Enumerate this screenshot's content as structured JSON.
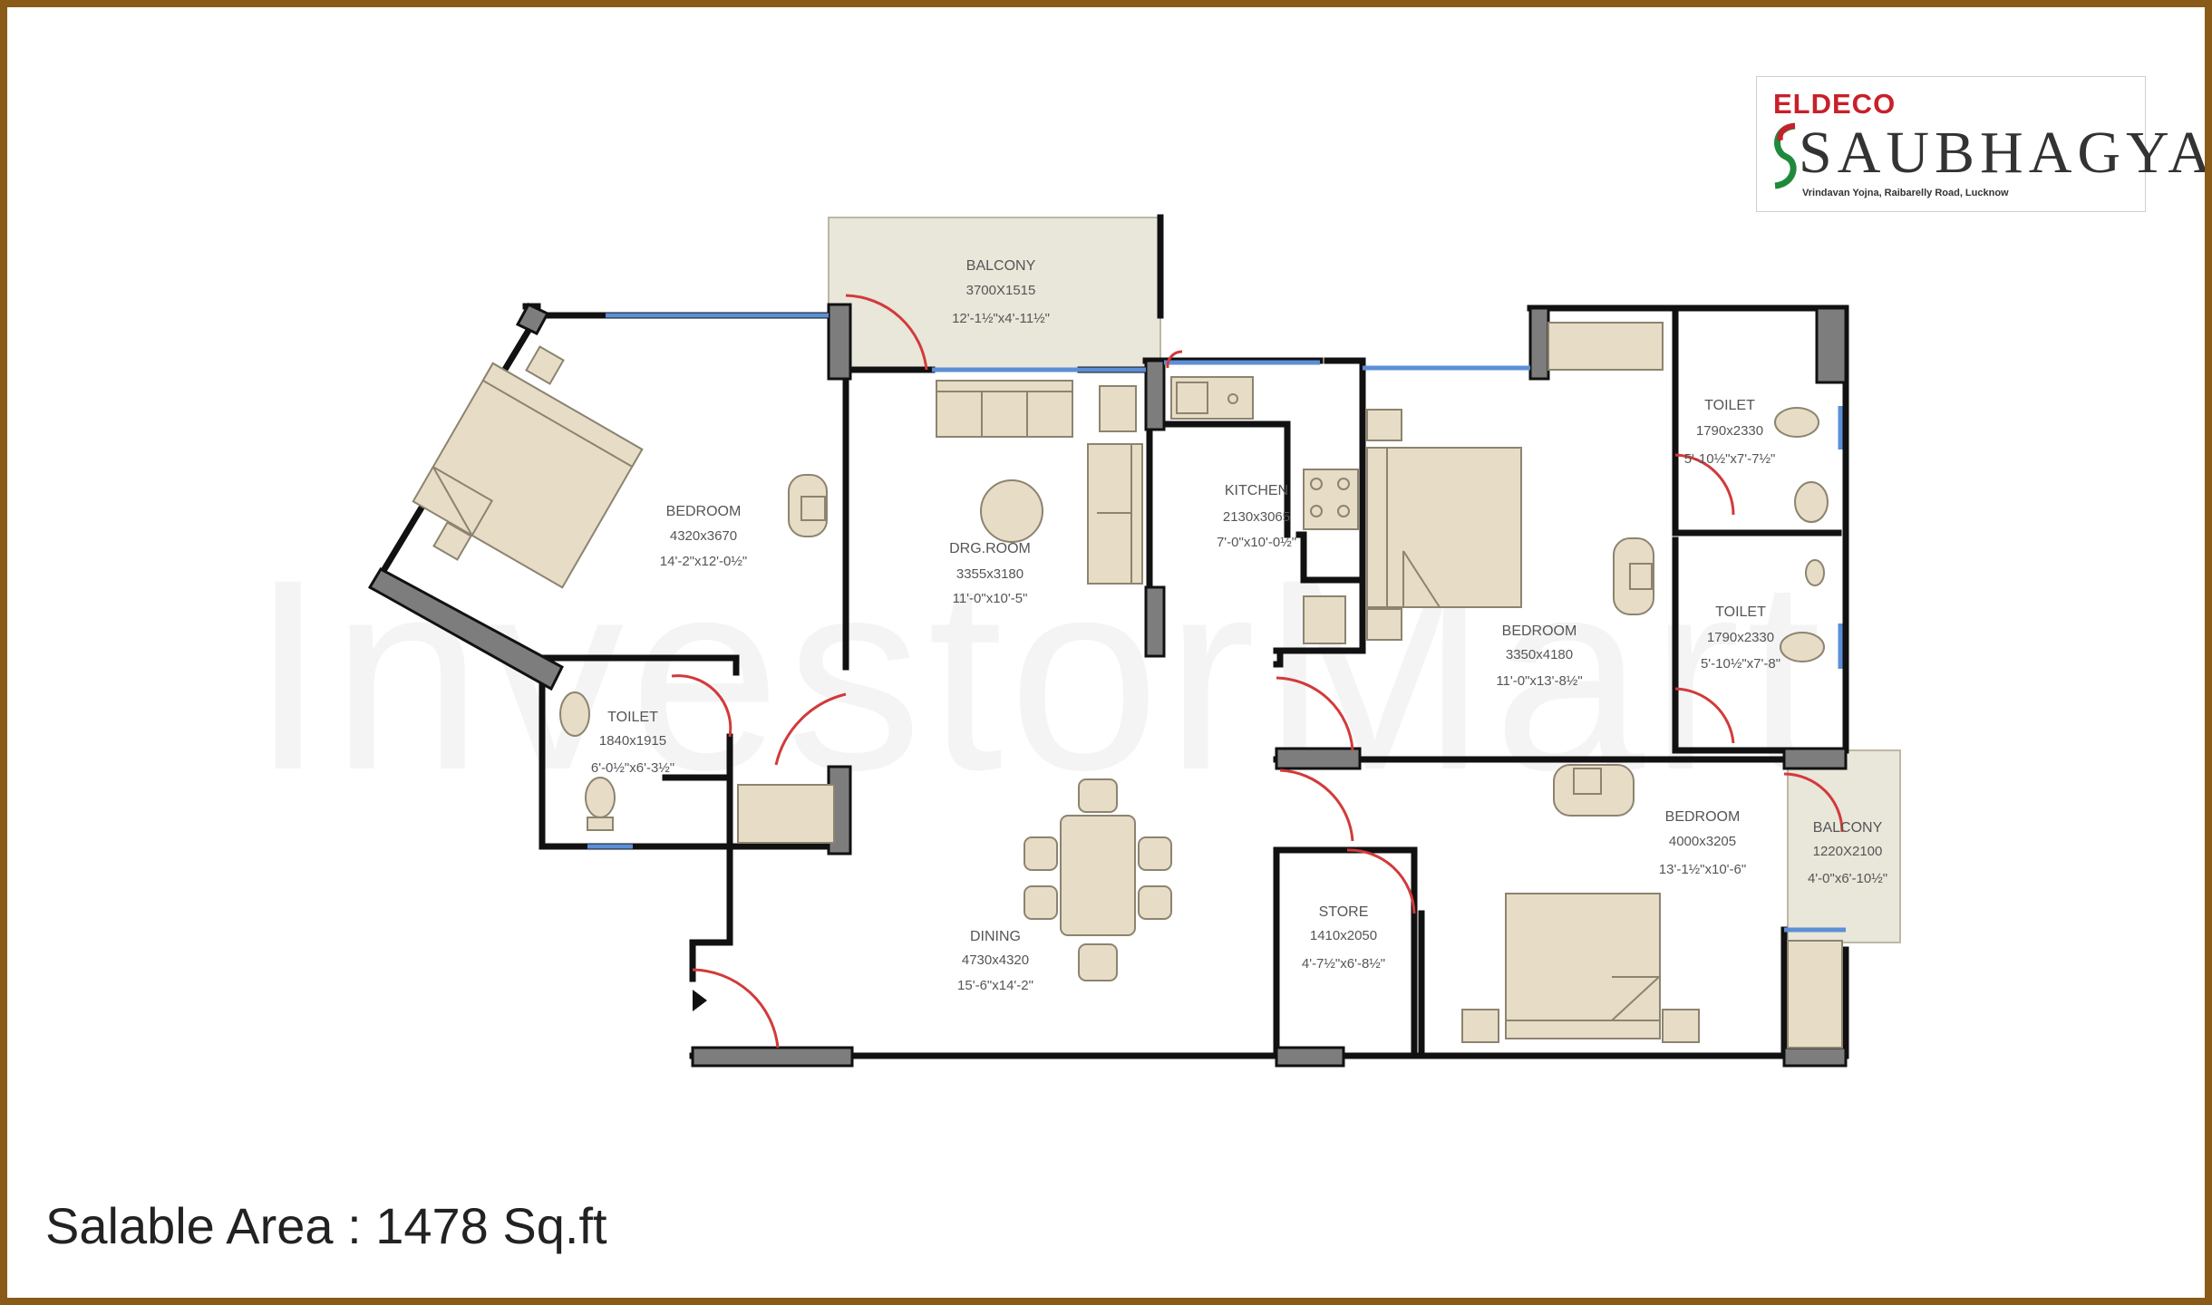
{
  "watermark": "InvestorMart",
  "logo": {
    "brand": "ELDECO",
    "project": "SAUBHAGYAM",
    "tagline": "Vrindavan Yojna, Raibarelly Road, Lucknow",
    "colors": {
      "brand": "#c8202a",
      "accent": "#e8862a",
      "swash": "#1f8a3c"
    }
  },
  "rooms": {
    "balcony_top": {
      "name": "BALCONY",
      "size": "3700X1515",
      "dims": "12'-1½\"x4'-11½\""
    },
    "bedroom_left": {
      "name": "BEDROOM",
      "size": "4320x3670",
      "dims": "14'-2\"x12'-0½\""
    },
    "drg_room": {
      "name": "DRG.ROOM",
      "size": "3355x3180",
      "dims": "11'-0\"x10'-5\""
    },
    "kitchen": {
      "name": "KITCHEN",
      "size": "2130x3065",
      "dims": "7'-0\"x10'-0½\""
    },
    "bedroom_mid": {
      "name": "BEDROOM",
      "size": "3350x4180",
      "dims": "11'-0\"x13'-8½\""
    },
    "toilet_top": {
      "name": "TOILET",
      "size": "1790x2330",
      "dims": "5'-10½\"x7'-7½\""
    },
    "toilet_mid": {
      "name": "TOILET",
      "size": "1790x2330",
      "dims": "5'-10½\"x7'-8\""
    },
    "toilet_left": {
      "name": "TOILET",
      "size": "1840x1915",
      "dims": "6'-0½\"x6'-3½\""
    },
    "dining": {
      "name": "DINING",
      "size": "4730x4320",
      "dims": "15'-6\"x14'-2\""
    },
    "store": {
      "name": "STORE",
      "size": "1410x2050",
      "dims": "4'-7½\"x6'-8½\""
    },
    "bedroom_right": {
      "name": "BEDROOM",
      "size": "4000x3205",
      "dims": "13'-1½\"x10'-6\""
    },
    "balcony_right": {
      "name": "BALCONY",
      "size": "1220X2100",
      "dims": "4'-0\"x6'-10½\""
    }
  },
  "colors": {
    "wall": "#111111",
    "column": "#7d7d7d",
    "window": "#5b8fd6",
    "door": "#d23a3a",
    "furniture": "#e7dcc6",
    "furniture_stroke": "#8c8470",
    "balcony": "#e9e6da"
  },
  "salable_area": "Salable Area : 1478 Sq.ft"
}
